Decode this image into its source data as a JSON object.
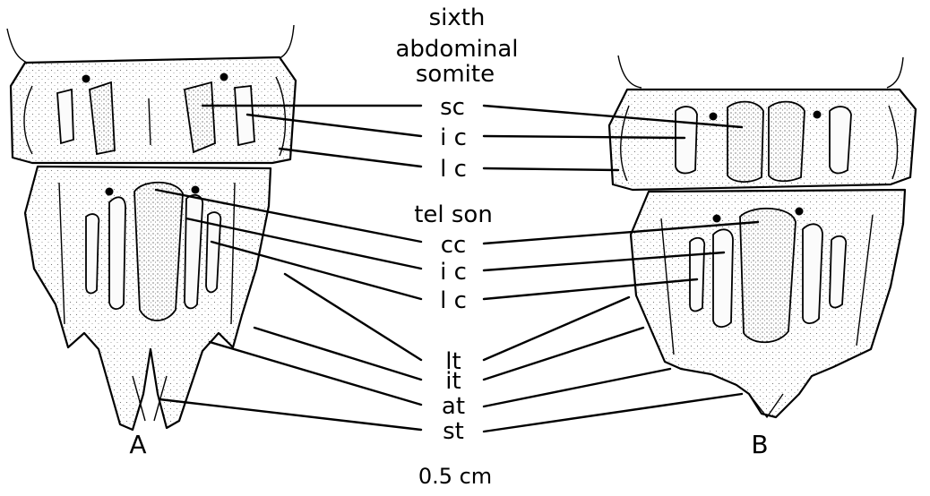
{
  "labels": {
    "sixth": "sixth",
    "abdominal": "abdominal",
    "somite": "somite",
    "sc": "sc",
    "ic_upper": "i c",
    "lc_upper": "l c",
    "telson": "tel son",
    "cc": "cc",
    "ic_lower": "i c",
    "lc_lower": "l c",
    "lt": "lt",
    "it": "it",
    "at": "at",
    "st": "st",
    "panel_a": "A",
    "panel_b": "B",
    "scale": "0.5 cm"
  }
}
